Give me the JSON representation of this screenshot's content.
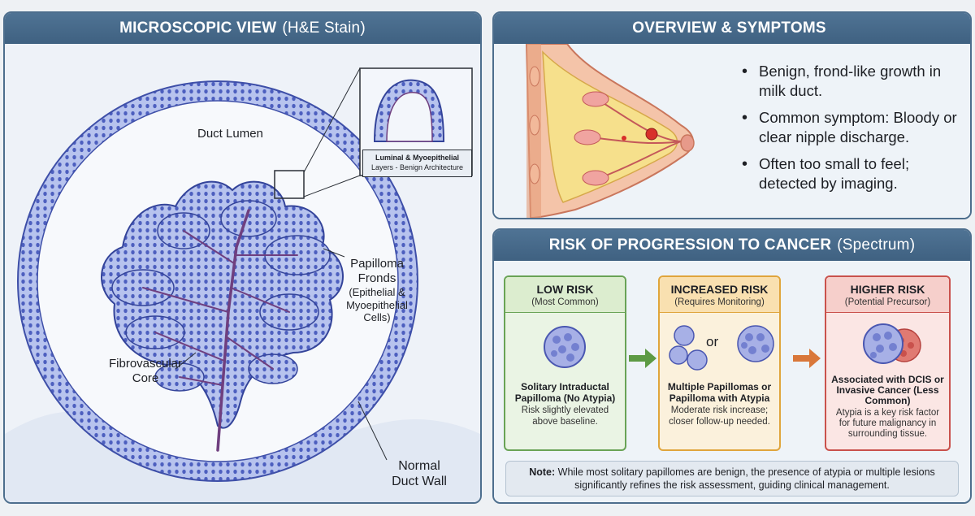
{
  "microscopic": {
    "title_bold": "MICROSCOPIC VIEW",
    "title_light": "(H&E Stain)",
    "labels": {
      "duct_lumen": "Duct Lumen",
      "inset_line1": "Luminal & Myoepithelial",
      "inset_line2": "Layers - Benign Architecture",
      "fronds_1": "Papilloma",
      "fronds_2": "Fronds",
      "fronds_3": "(Epithelial &",
      "fronds_4": "Myoepithelial",
      "fronds_5": "Cells)",
      "core_1": "Fibrovascular",
      "core_2": "Core",
      "wall_1": "Normal",
      "wall_2": "Duct Wall"
    }
  },
  "overview": {
    "title": "OVERVIEW & SYMPTOMS",
    "bullets": [
      "Benign, frond-like growth in milk duct.",
      "Common symptom: Bloody or clear nipple discharge.",
      "Often too small to feel; detected by imaging."
    ]
  },
  "risk": {
    "title_bold": "RISK OF PROGRESSION TO CANCER",
    "title_light": "(Spectrum)",
    "cards": [
      {
        "title": "LOW RISK",
        "subtitle": "(Most Common)",
        "bold": "Solitary Intraductal Papilloma (No Atypia)",
        "text": "Risk slightly elevated above baseline."
      },
      {
        "title": "INCREASED RISK",
        "subtitle": "(Requires Monitoring)",
        "bold": "Multiple Papillomas or Papilloma with Atypia",
        "text": "Moderate risk increase; closer follow-up needed.",
        "or": "or"
      },
      {
        "title": "HIGHER RISK",
        "subtitle": "(Potential Precursor)",
        "bold": "Associated with DCIS or Invasive Cancer (Less Common)",
        "text": "Atypia is a key risk factor for future malignancy in surrounding tissue."
      }
    ],
    "note_bold": "Note:",
    "note_text": "While most solitary papillomes are benign, the presence of atypia or multiple lesions significantly refines the risk assessment, guiding clinical management."
  },
  "colors": {
    "header": "#4f7394",
    "low": "#69a356",
    "increased": "#e0a53c",
    "higher": "#c9514c",
    "tissue": "#5a6cc4",
    "core": "#6f3f7f"
  },
  "icons": [
    "duct-cross-section",
    "breast-anatomy",
    "cell-cluster-icon",
    "arrow-right-icon"
  ]
}
